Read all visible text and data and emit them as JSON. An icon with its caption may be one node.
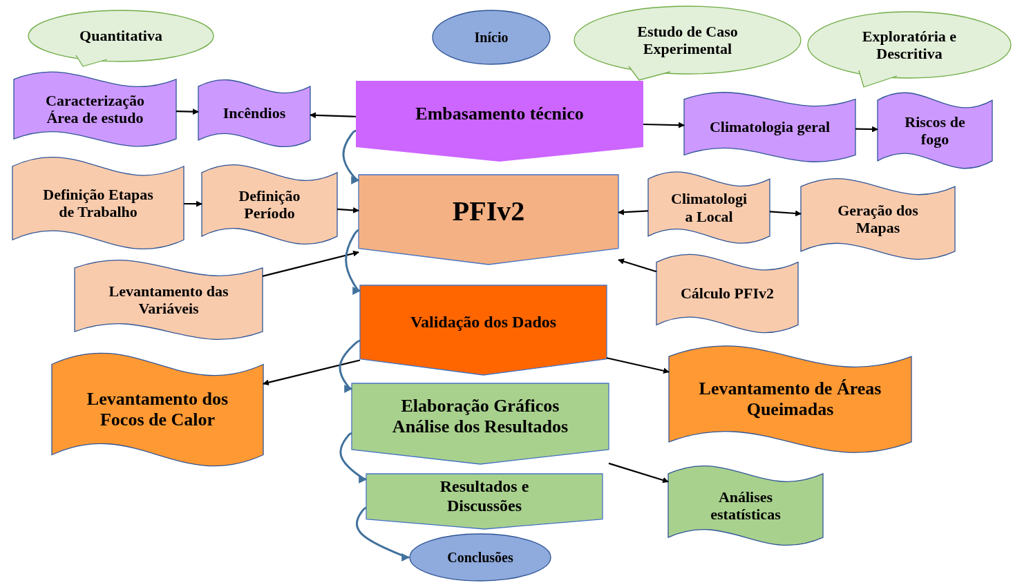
{
  "diagram": {
    "nodes": [
      {
        "text": [
          "Quantitativa"
        ]
      },
      {
        "text": [
          "Início"
        ]
      },
      {
        "text": [
          "Estudo de Caso Experimental"
        ]
      },
      {
        "text": [
          "Exploratória e Descritiva"
        ]
      },
      {
        "text": [
          "Caracterização Área de estudo"
        ]
      },
      {
        "text": [
          "Incêndios"
        ]
      },
      {
        "text": [
          "Embasamento técnico"
        ]
      },
      {
        "text": [
          "Climatologia geral"
        ]
      },
      {
        "text": [
          "Riscos de fogo"
        ]
      },
      {
        "text": [
          "Definição Etapas de Trabalho"
        ]
      },
      {
        "text": [
          "Definição Período"
        ]
      },
      {
        "text": [
          "PFIv2"
        ]
      },
      {
        "text": [
          "Climatologi a Local"
        ]
      },
      {
        "text": [
          "Geração dos Mapas"
        ]
      },
      {
        "text": [
          "Levantamento das Variáveis"
        ]
      },
      {
        "text": [
          "Cálculo PFIv2"
        ]
      },
      {
        "text": [
          "Validação dos Dados"
        ]
      },
      {
        "text": [
          "Levantamento dos Focos de Calor"
        ]
      },
      {
        "text": [
          "Levantamento de Áreas Queimadas"
        ]
      },
      {
        "text": [
          "Elaboração Gráficos Análise dos Resultados"
        ]
      },
      {
        "text": [
          "Resultados e Discussões"
        ]
      },
      {
        "text": [
          "Análises estatísticas"
        ]
      },
      {
        "text": [
          "Conclusões"
        ]
      }
    ],
    "edges": [
      {
        "from": 4,
        "to": 5,
        "arrow": "to"
      },
      {
        "from": 6,
        "to": 5,
        "arrow": "to"
      },
      {
        "from": 6,
        "to": 7,
        "arrow": "to"
      },
      {
        "from": 7,
        "to": 8,
        "arrow": "to"
      },
      {
        "from": 9,
        "to": 10,
        "arrow": "to"
      },
      {
        "from": 10,
        "to": 11,
        "arrow": "to"
      },
      {
        "from": 12,
        "to": 11,
        "arrow": "to"
      },
      {
        "from": 12,
        "to": 13,
        "arrow": "to"
      },
      {
        "from": 14,
        "to": 11,
        "arrow": "to"
      },
      {
        "from": 15,
        "to": 11,
        "arrow": "to"
      },
      {
        "from": 16,
        "to": 17,
        "arrow": "to"
      },
      {
        "from": 16,
        "to": 18,
        "arrow": "to"
      },
      {
        "from": 19,
        "to": 21,
        "arrow": "to"
      },
      {
        "from": 6,
        "to": 11,
        "arrow": "to",
        "color": "#41719c"
      },
      {
        "from": 11,
        "to": 16,
        "arrow": "to",
        "color": "#41719c"
      },
      {
        "from": 16,
        "to": 19,
        "arrow": "to",
        "color": "#41719c"
      },
      {
        "from": 19,
        "to": 20,
        "arrow": "to",
        "color": "#41719c"
      },
      {
        "from": 20,
        "to": 22,
        "arrow": "to",
        "color": "#41719c"
      }
    ]
  }
}
